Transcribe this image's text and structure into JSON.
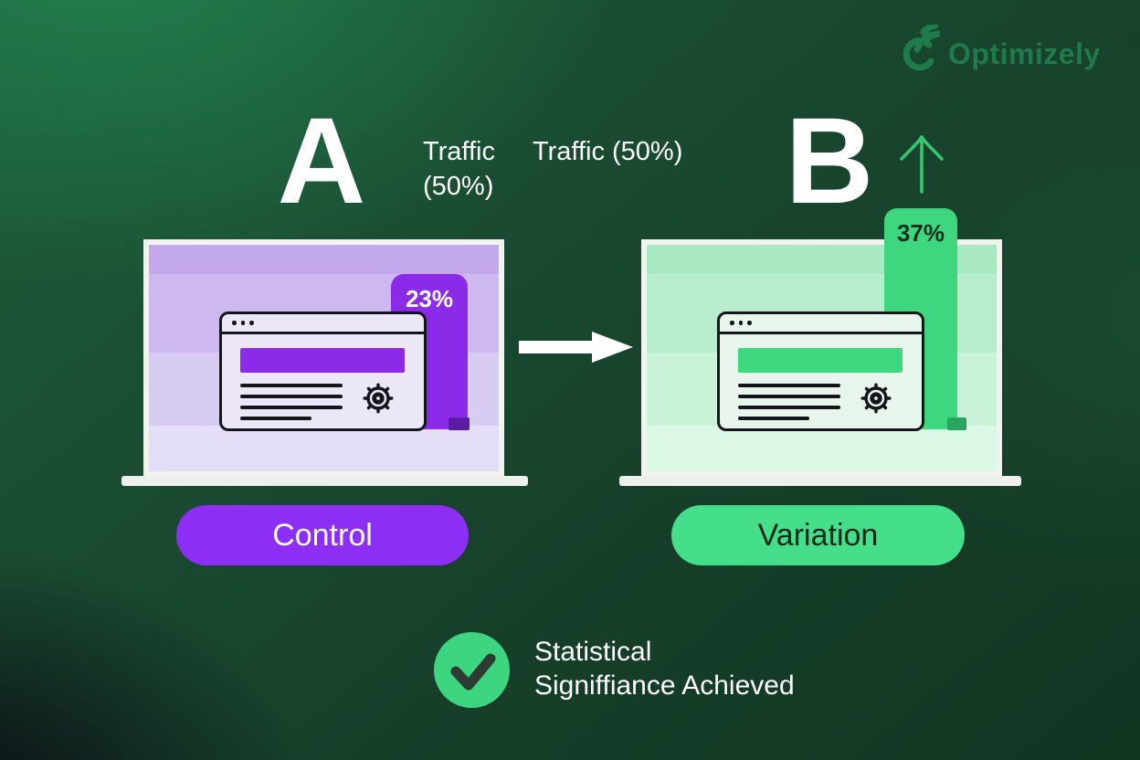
{
  "brand": {
    "name": "Optimizely"
  },
  "colors": {
    "purple": "#8B2BE9",
    "purple_button": "#8C2EF3",
    "purple_dark": "#5C1DA6",
    "green": "#3ED77F",
    "green_button": "#45DE8A",
    "green_dark": "#27A45E",
    "logo_green": "#1F7B4A",
    "arrow_green": "#38C571",
    "check_green": "#3DD57F",
    "check_mark": "#2D3B33",
    "variation_text": "#10291B",
    "bar_label_dark": "#132F1E"
  },
  "variant_a": {
    "letter": "A",
    "traffic": "Traffic (50%)",
    "bar_value": "23%",
    "button": "Control"
  },
  "variant_b": {
    "letter": "B",
    "traffic": "Traffic (50%)",
    "bar_value": "37%",
    "button": "Variation"
  },
  "status": {
    "text": "Statistical\nSigniffiance Achieved"
  }
}
